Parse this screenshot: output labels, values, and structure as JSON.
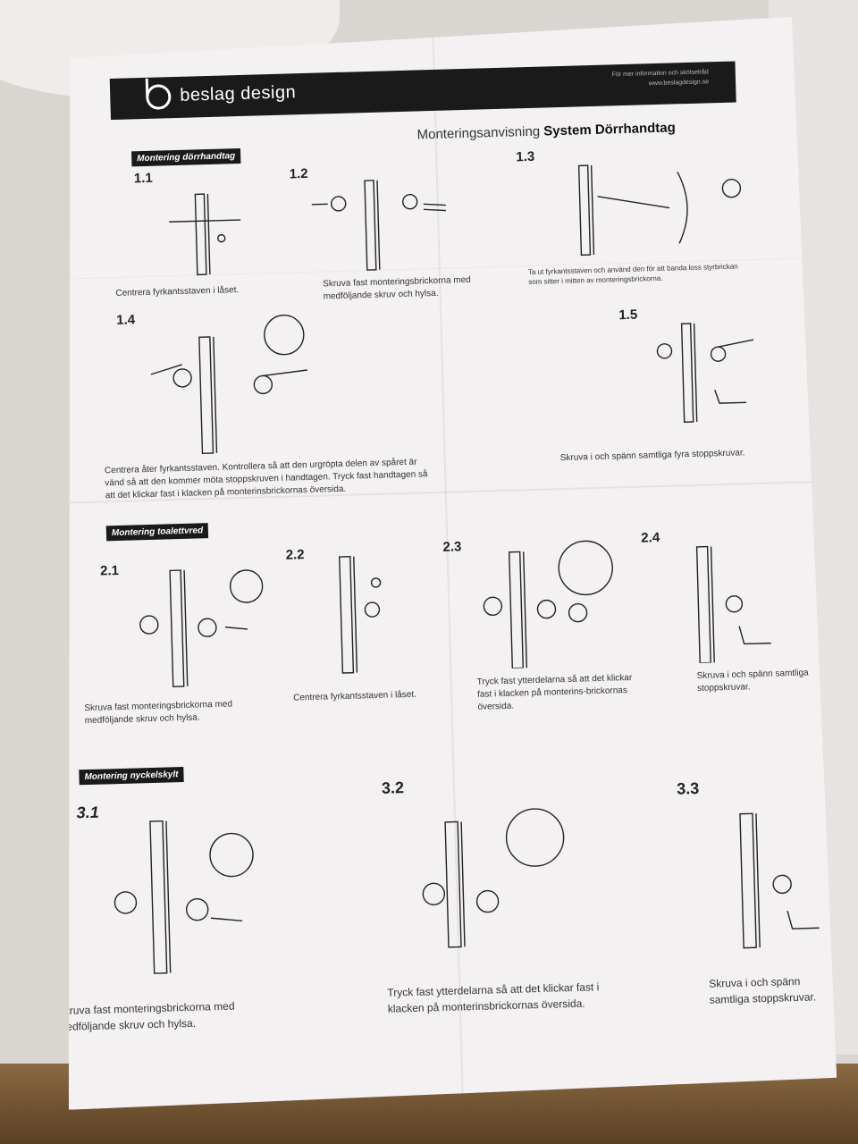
{
  "header": {
    "brand": "beslag design",
    "info_line1": "För mer information och skötselråd",
    "info_line2": "www.beslagdesign.se",
    "title_prefix": "Monteringsanvisning",
    "title_main": "System Dörrhandtag"
  },
  "sections": [
    {
      "label": "Montering dörrhandtag"
    },
    {
      "label": "Montering toalettvred"
    },
    {
      "label": "Montering nyckelskylt"
    }
  ],
  "steps": [
    {
      "num": "1.1",
      "caption": "Centrera fyrkantsstaven i låset."
    },
    {
      "num": "1.2",
      "caption": "Skruva fast monteringsbrickorna med medföljande skruv och hylsa."
    },
    {
      "num": "1.3",
      "caption": "Ta ut fyrkantsstaven och använd den för att banda loss styrbrickan som sitter i mitten av monteringsbrickorna."
    },
    {
      "num": "1.4",
      "caption": "Centrera åter fyrkantsstaven. Kontrollera så att den urgröpta delen av spåret är vänd så att den kommer möta stoppskruven i handtagen. Tryck fast handtagen så att det klickar fast i klacken på monterinsbrickornas översida."
    },
    {
      "num": "1.5",
      "caption": "Skruva i och spänn samtliga fyra stoppskruvar."
    },
    {
      "num": "2.1",
      "caption": "Skruva fast monteringsbrickorna med medföljande skruv och hylsa."
    },
    {
      "num": "2.2",
      "caption": "Centrera fyrkantsstaven i låset."
    },
    {
      "num": "2.3",
      "caption": "Tryck fast ytterdelarna så att det klickar fast i klacken på monterins-brickornas översida."
    },
    {
      "num": "2.4",
      "caption": "Skruva i och spänn samtliga stoppskruvar."
    },
    {
      "num": "3.1",
      "caption": "Skruva fast monteringsbrickorna med medföljande skruv och hylsa."
    },
    {
      "num": "3.2",
      "caption": "Tryck fast ytterdelarna så att det klickar fast i klacken på monterinsbrickornas översida."
    },
    {
      "num": "3.3",
      "caption": "Skruva i och spänn samtliga stoppskruvar."
    }
  ]
}
